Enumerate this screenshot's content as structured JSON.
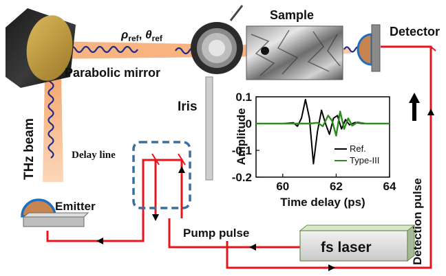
{
  "labels": {
    "sample": "Sample",
    "detector": "Detector",
    "ref_params_rho": "ρ",
    "ref_params_rho_sub": "ref",
    "ref_params_sep": ", ",
    "ref_params_theta": "θ",
    "ref_params_theta_sub": "ref",
    "parabolic_mirror": "Parabolic mirror",
    "iris": "Iris",
    "thz_beam": "THz beam",
    "delay_line": "Delay line",
    "emitter": "Emitter",
    "pump_pulse": "Pump pulse",
    "fs_laser": "fs laser",
    "detection_pulse": "Detection pulse"
  },
  "colors": {
    "laser_path": "#e8141b",
    "thz_beam": "#f4a46a",
    "thz_wave": "#1e2a8a",
    "delay_box": "#3a6e9e",
    "emitter_dome": "#1f6fc0"
  },
  "chart_data": {
    "type": "line",
    "xlabel": "Time delay (ps)",
    "ylabel": "Amplitude",
    "xlim": [
      59,
      64
    ],
    "ylim": [
      -0.2,
      0.1
    ],
    "xticks": [
      60,
      62,
      64
    ],
    "yticks": [
      0.1,
      0,
      -0.1,
      -0.2
    ],
    "series": [
      {
        "name": "Ref.",
        "color": "#000000",
        "x": [
          59.0,
          60.0,
          60.4,
          60.55,
          60.7,
          60.85,
          61.0,
          61.15,
          61.3,
          61.45,
          61.6,
          61.75,
          61.9,
          62.05,
          62.2,
          62.35,
          62.5,
          62.7,
          63.0,
          64.0
        ],
        "y": [
          0,
          0,
          0.003,
          -0.01,
          0.02,
          0.09,
          0.02,
          -0.15,
          -0.03,
          0.05,
          0.0,
          -0.04,
          0.02,
          0.03,
          -0.02,
          0.015,
          -0.005,
          0.004,
          0,
          0
        ]
      },
      {
        "name": "Type-III",
        "color": "#2e8b1f",
        "x": [
          59.0,
          61.0,
          61.3,
          61.5,
          61.7,
          61.85,
          62.0,
          62.15,
          62.3,
          62.45,
          62.6,
          62.8,
          63.1,
          64.0
        ],
        "y": [
          0,
          0,
          0.003,
          -0.01,
          0.03,
          0.01,
          -0.045,
          0.045,
          -0.02,
          0.02,
          -0.008,
          0.005,
          0,
          0
        ]
      }
    ]
  }
}
